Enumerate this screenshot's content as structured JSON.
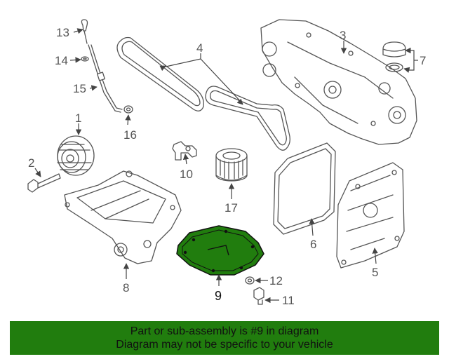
{
  "diagram": {
    "callouts": {
      "c1": "1",
      "c2": "2",
      "c3": "3",
      "c4": "4",
      "c5": "5",
      "c6": "6",
      "c7": "7",
      "c8": "8",
      "c9": "9",
      "c10": "10",
      "c11": "11",
      "c12": "12",
      "c13": "13",
      "c14": "14",
      "c15": "15",
      "c16": "16",
      "c17": "17"
    },
    "colors": {
      "highlight_fill": "#217d0e",
      "outline": "#555555",
      "banner": "#217d0e"
    }
  },
  "banner": {
    "line1": "Part or sub-assembly is #9 in diagram",
    "line2": "Diagram may not be specific to your vehicle"
  }
}
